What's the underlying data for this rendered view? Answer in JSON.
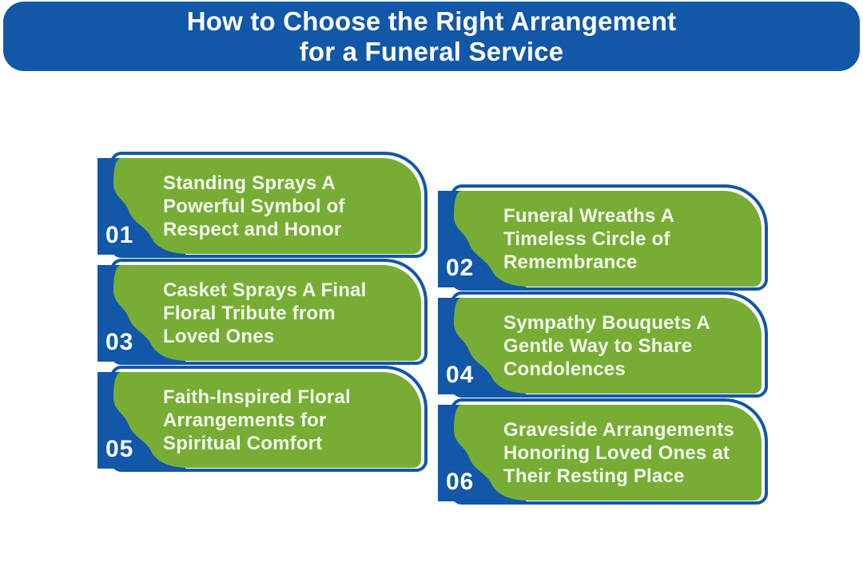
{
  "header": {
    "title": "How to Choose the Right Arrangement\nfor a Funeral Service"
  },
  "cards": [
    {
      "number": "01",
      "title": "Standing Sprays A\nPowerful Symbol of\nRespect and Honor"
    },
    {
      "number": "02",
      "title": "Funeral Wreaths A\nTimeless Circle of\nRemembrance"
    },
    {
      "number": "03",
      "title": "Casket Sprays A Final\nFloral Tribute from\nLoved Ones"
    },
    {
      "number": "04",
      "title": "Sympathy Bouquets A\nGentle Way to Share\nCondolences"
    },
    {
      "number": "05",
      "title": "Faith-Inspired Floral\nArrangements for\nSpiritual Comfort"
    },
    {
      "number": "06",
      "title": "Graveside Arrangements\nHonoring Loved Ones at\nTheir Resting Place"
    }
  ],
  "colors": {
    "blue": "#1257A8",
    "green": "#77AD35",
    "card_text": "#F3F8EA",
    "number_text": "#FFFFFF",
    "background": "#FFFFFF"
  }
}
